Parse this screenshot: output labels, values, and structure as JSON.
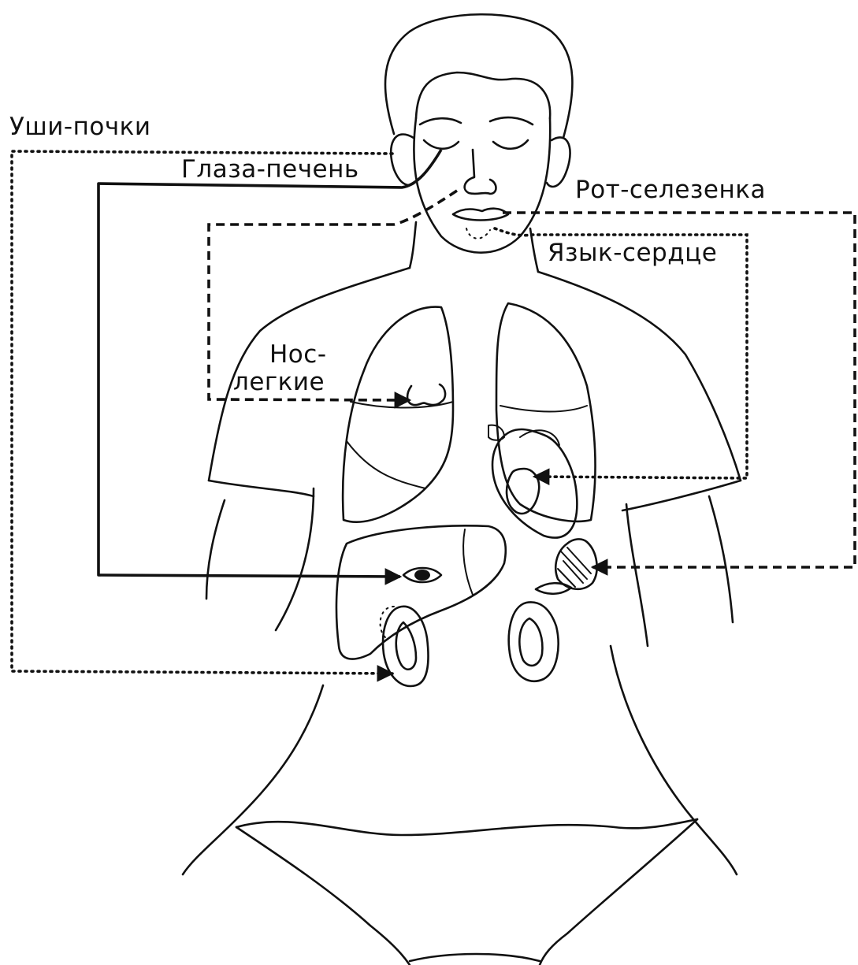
{
  "labels": {
    "ears_kidneys": "Уши-почки",
    "eyes_liver": "Глаза-печень",
    "mouth_spleen": "Рот-селезенка",
    "tongue_heart": "Язык-сердце",
    "nose_lungs_line1": "Нос-",
    "nose_lungs_line2": "легкие"
  },
  "colors": {
    "ink": "#111111",
    "background": "#ffffff"
  }
}
